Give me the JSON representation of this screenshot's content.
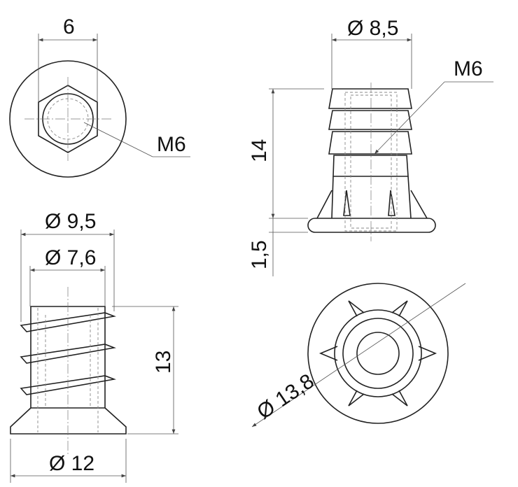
{
  "top_view": {
    "hex_width": "6",
    "thread": "M6"
  },
  "side_view_ribbed": {
    "diameter": "Ø 8,5",
    "thread": "M6",
    "height": "14",
    "flange_height": "1,5"
  },
  "side_view_threaded": {
    "outer_diameter": "Ø 9,5",
    "core_diameter": "Ø 7,6",
    "height": "13",
    "flange_diameter": "Ø 12"
  },
  "bottom_view": {
    "flange_diameter": "Ø 13,8"
  }
}
